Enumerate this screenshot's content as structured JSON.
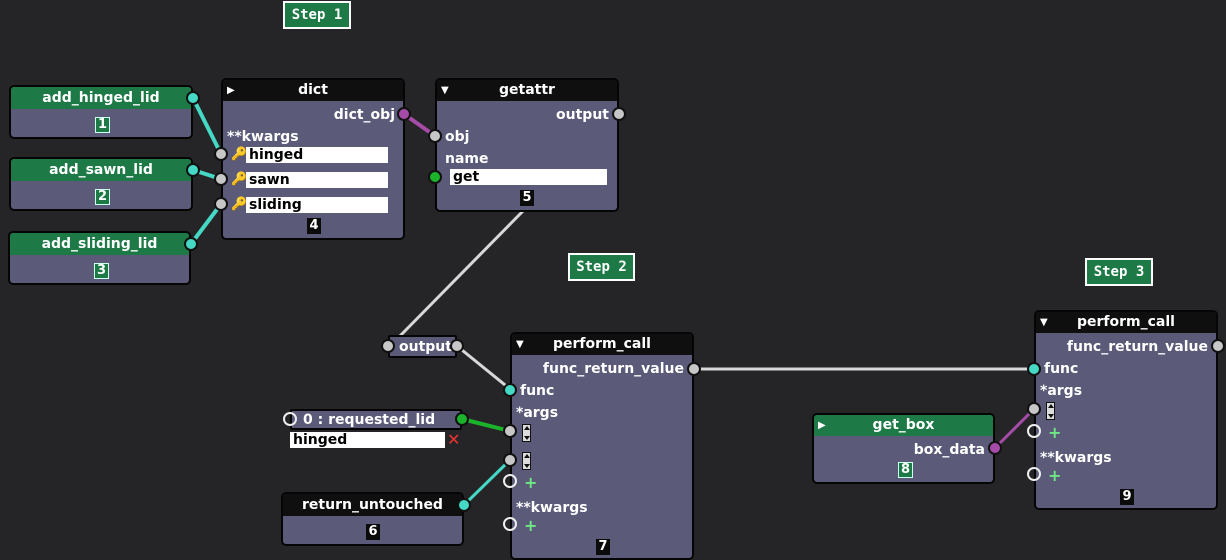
{
  "steps": [
    "Step 1",
    "Step 2",
    "Step 3"
  ],
  "nodes": {
    "add_hinged_lid": {
      "title": "add_hinged_lid",
      "id": "1"
    },
    "add_sawn_lid": {
      "title": "add_sawn_lid",
      "id": "2"
    },
    "add_sliding_lid": {
      "title": "add_sliding_lid",
      "id": "3"
    },
    "dict": {
      "title": "dict",
      "output": "dict_obj",
      "kwargs_label": "**kwargs",
      "keys": [
        "hinged",
        "sawn",
        "sliding"
      ],
      "id": "4"
    },
    "getattr": {
      "title": "getattr",
      "output": "output",
      "obj_label": "obj",
      "name_label": "name",
      "name_value": "get",
      "id": "5"
    },
    "output_node": {
      "label": "output"
    },
    "return_untouched": {
      "title": "return_untouched",
      "id": "6"
    },
    "perform_call_1": {
      "title": "perform_call",
      "output": "func_return_value",
      "func_label": "func",
      "args_label": "*args",
      "kwargs_label": "**kwargs",
      "id": "7"
    },
    "requested_lid": {
      "label": "0 : requested_lid",
      "value": "hinged"
    },
    "get_box": {
      "title": "get_box",
      "output": "box_data",
      "id": "8"
    },
    "perform_call_2": {
      "title": "perform_call",
      "output": "func_return_value",
      "func_label": "func",
      "args_label": "*args",
      "kwargs_label": "**kwargs",
      "id": "9"
    }
  },
  "icons": {
    "collapse": "triangle-down-icon",
    "expand": "triangle-right-icon",
    "key": "key-icon",
    "add": "plus-icon",
    "remove": "x-icon",
    "spinner": "spinner-icon"
  },
  "colors": {
    "background": "#252527",
    "node_body": "#5b5a78",
    "header_dark": "#0f0f10",
    "header_green": "#1d7a46",
    "wire_cyan": "#45d8c4",
    "wire_purple": "#a64ba8",
    "wire_green": "#1ab32b",
    "wire_gray": "#d8d8d8"
  }
}
